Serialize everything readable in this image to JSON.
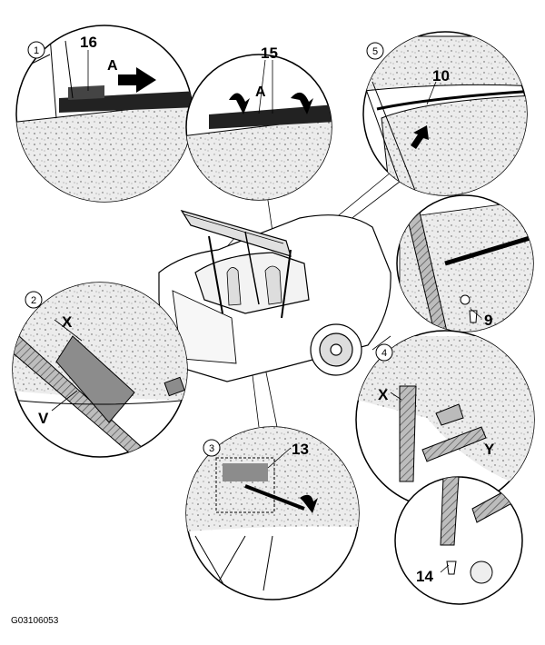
{
  "figure_code": "G03106053",
  "detail_numbers": [
    "1",
    "2",
    "3",
    "4",
    "5"
  ],
  "callouts": {
    "part_16": "16",
    "part_15": "15",
    "part_10": "10",
    "part_9": "9",
    "part_13": "13",
    "part_14": "14",
    "letter_a1": "A",
    "letter_a2": "A",
    "letter_x2": "X",
    "letter_v": "V",
    "letter_x4": "X",
    "letter_y": "Y"
  },
  "colors": {
    "line": "#000000",
    "speckle_fill": "#e9e9e9",
    "part_grey": "#8c8c8c",
    "arrow": "#000000"
  }
}
